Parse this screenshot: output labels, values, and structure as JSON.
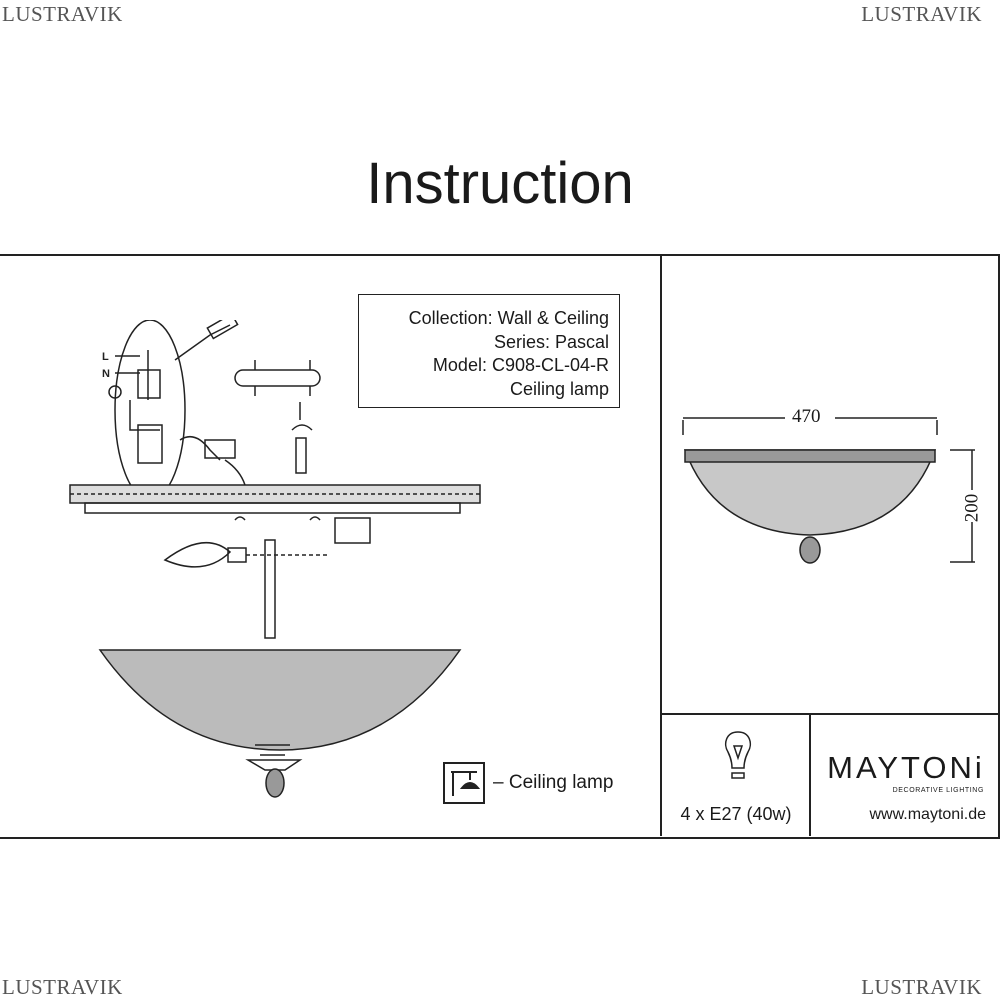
{
  "watermark": "LUSTRAVIK",
  "title": "Instruction",
  "info": {
    "collection": "Collection: Wall & Ceiling",
    "series": "Series: Pascal",
    "model": "Model: C908-CL-04-R",
    "type": "Ceiling lamp"
  },
  "wiring": {
    "live": "L",
    "neutral": "N"
  },
  "dimensions": {
    "width": "470",
    "height": "200"
  },
  "legend": {
    "label": "– Ceiling lamp"
  },
  "bulb": {
    "spec": "4 x E27 (40w)"
  },
  "brand": {
    "name": "MAYTONi",
    "tagline": "DECORATIVE LIGHTING",
    "url": "www.maytoni.de"
  }
}
